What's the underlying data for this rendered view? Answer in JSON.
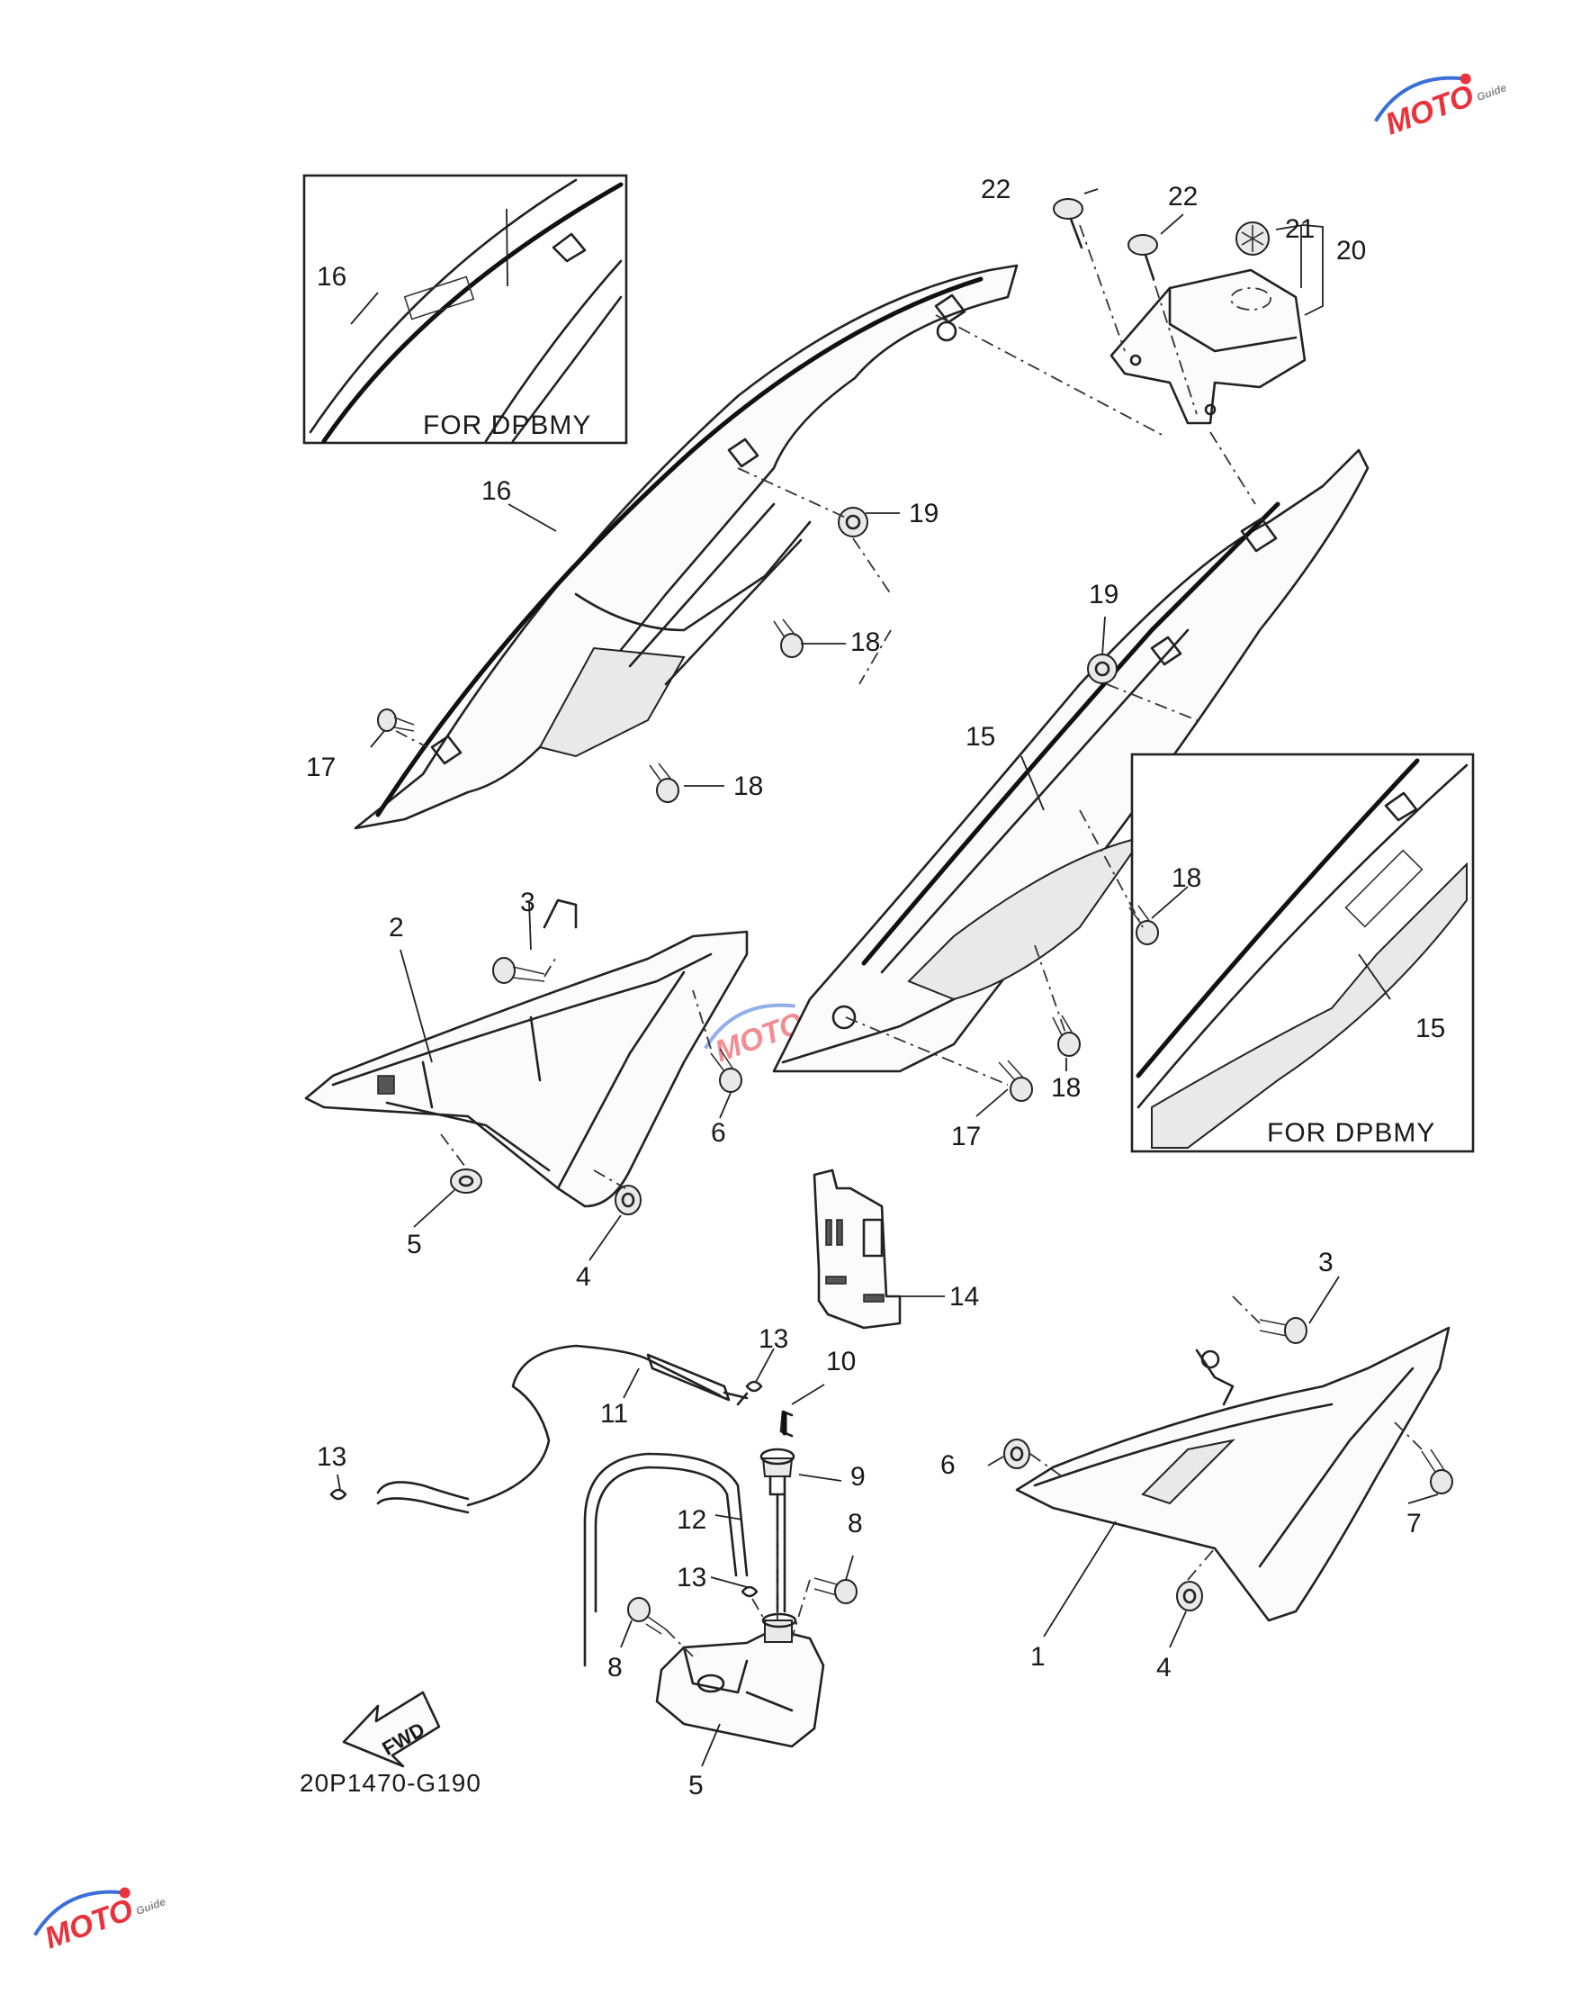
{
  "diagram": {
    "code": "20P1470-G190",
    "inset_label": "FOR DPBMY",
    "fwd_label": "FWD",
    "watermark": "MOTO",
    "watermark_sub": "Guide",
    "colors": {
      "line": "#222222",
      "watermark_red": "#e8323c",
      "watermark_blue": "#3a6fd8"
    },
    "callouts": [
      "1",
      "2",
      "3",
      "3",
      "4",
      "4",
      "5",
      "5",
      "6",
      "6",
      "7",
      "8",
      "8",
      "9",
      "10",
      "11",
      "12",
      "13",
      "13",
      "13",
      "14",
      "15",
      "15",
      "16",
      "16",
      "17",
      "17",
      "18",
      "18",
      "18",
      "18",
      "19",
      "19",
      "20",
      "21",
      "22",
      "22"
    ]
  }
}
